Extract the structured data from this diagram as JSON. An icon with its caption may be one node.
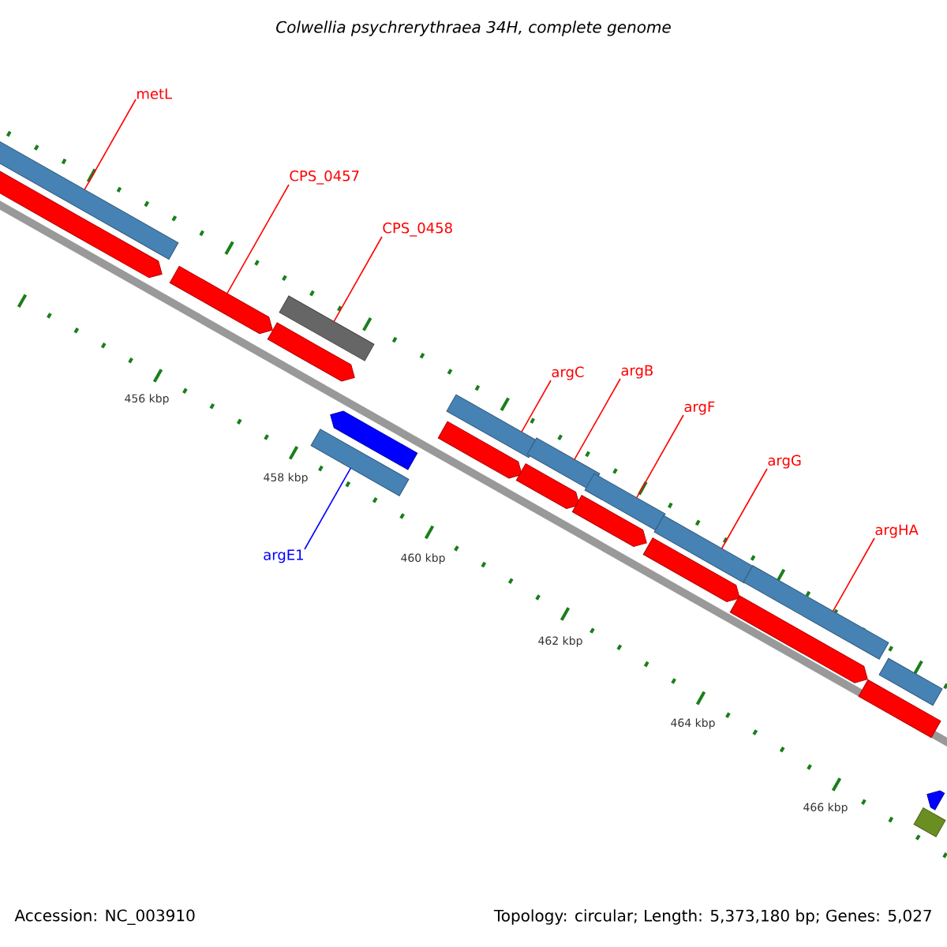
{
  "diagram": {
    "title": "Colwellia psychrerythraea 34H, complete genome",
    "nodes": [
      {
        "text": [
          "metL"
        ]
      },
      {
        "text": [],
        "shape": "bar"
      },
      {
        "text": [],
        "shape": "bar"
      },
      {
        "text": [
          "CPS_0457"
        ]
      },
      {
        "text": [],
        "shape": "bar"
      },
      {
        "text": [
          "CPS_0458"
        ]
      },
      {
        "text": [],
        "shape": "bar"
      },
      {
        "text": [],
        "shape": "bar"
      },
      {
        "text": [],
        "shape": "bar"
      },
      {
        "text": [],
        "shape": "bar"
      },
      {
        "text": [
          "argE1"
        ]
      },
      {
        "text": [
          "argC"
        ]
      },
      {
        "text": [],
        "shape": "bar"
      },
      {
        "text": [],
        "shape": "bar"
      },
      {
        "text": [
          "argB"
        ]
      },
      {
        "text": [],
        "shape": "bar"
      },
      {
        "text": [],
        "shape": "bar"
      },
      {
        "text": [
          "argF"
        ]
      },
      {
        "text": [],
        "shape": "bar"
      },
      {
        "text": [],
        "shape": "bar"
      },
      {
        "text": [
          "argG"
        ]
      },
      {
        "text": [],
        "shape": "bar"
      },
      {
        "text": [],
        "shape": "bar"
      },
      {
        "text": [
          "argHA"
        ]
      },
      {
        "text": [],
        "shape": "bar"
      },
      {
        "text": [],
        "shape": "bar"
      },
      {
        "text": [],
        "shape": "bar"
      },
      {
        "text": [],
        "shape": "bar"
      },
      {
        "text": [],
        "shape": "bar"
      },
      {
        "text": [],
        "shape": "bar"
      }
    ],
    "edges": [
      {
        "from": 0,
        "to": 1,
        "arrow": "none"
      },
      {
        "from": 3,
        "to": 4,
        "arrow": "none"
      },
      {
        "from": 5,
        "to": 6,
        "arrow": "none"
      },
      {
        "from": 10,
        "to": 9,
        "arrow": "none",
        "color": "#0000ff"
      },
      {
        "from": 11,
        "to": 12,
        "arrow": "none"
      },
      {
        "from": 14,
        "to": 15,
        "arrow": "none"
      },
      {
        "from": 17,
        "to": 18,
        "arrow": "none"
      },
      {
        "from": 20,
        "to": 21,
        "arrow": "none"
      },
      {
        "from": 23,
        "to": 24,
        "arrow": "none"
      }
    ],
    "labels": [
      "456 kbp",
      "458 kbp",
      "460 kbp",
      "462 kbp",
      "464 kbp",
      "466 kbp",
      "Accession: NC_003910",
      "Topology: circular; Length: 5,373,180 bp; Genes: 5,027"
    ]
  }
}
